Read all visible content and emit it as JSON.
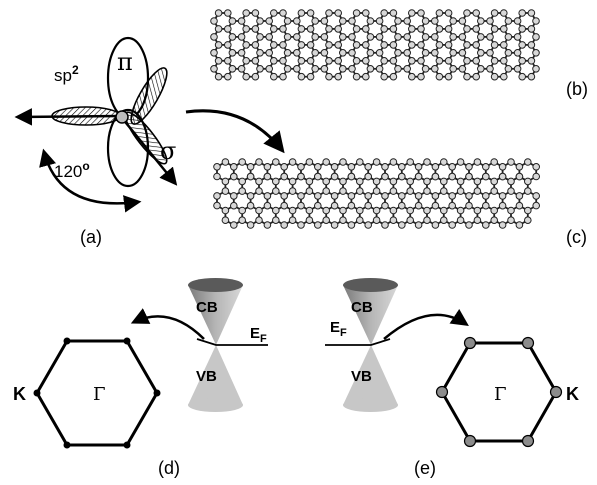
{
  "panels": {
    "a": "(a)",
    "b": "(b)",
    "c": "(c)",
    "d": "(d)",
    "e": "(e)"
  },
  "orbital": {
    "hybrid": "sp",
    "hybrid_exp": "2",
    "pi": "π",
    "sigma": "σ",
    "angle": "120",
    "angle_unit": "o"
  },
  "cone": {
    "cb": "CB",
    "vb": "VB",
    "ef": "E",
    "ef_sub": "F"
  },
  "bz": {
    "k": "K",
    "gamma": "Γ"
  },
  "colors": {
    "stroke": "#000000",
    "atom_fill": "#d8d8d8",
    "cone_dark": "#8a8a8a",
    "cone_light": "#c9c9c9",
    "vertex_gray": "#8c8c8c"
  }
}
